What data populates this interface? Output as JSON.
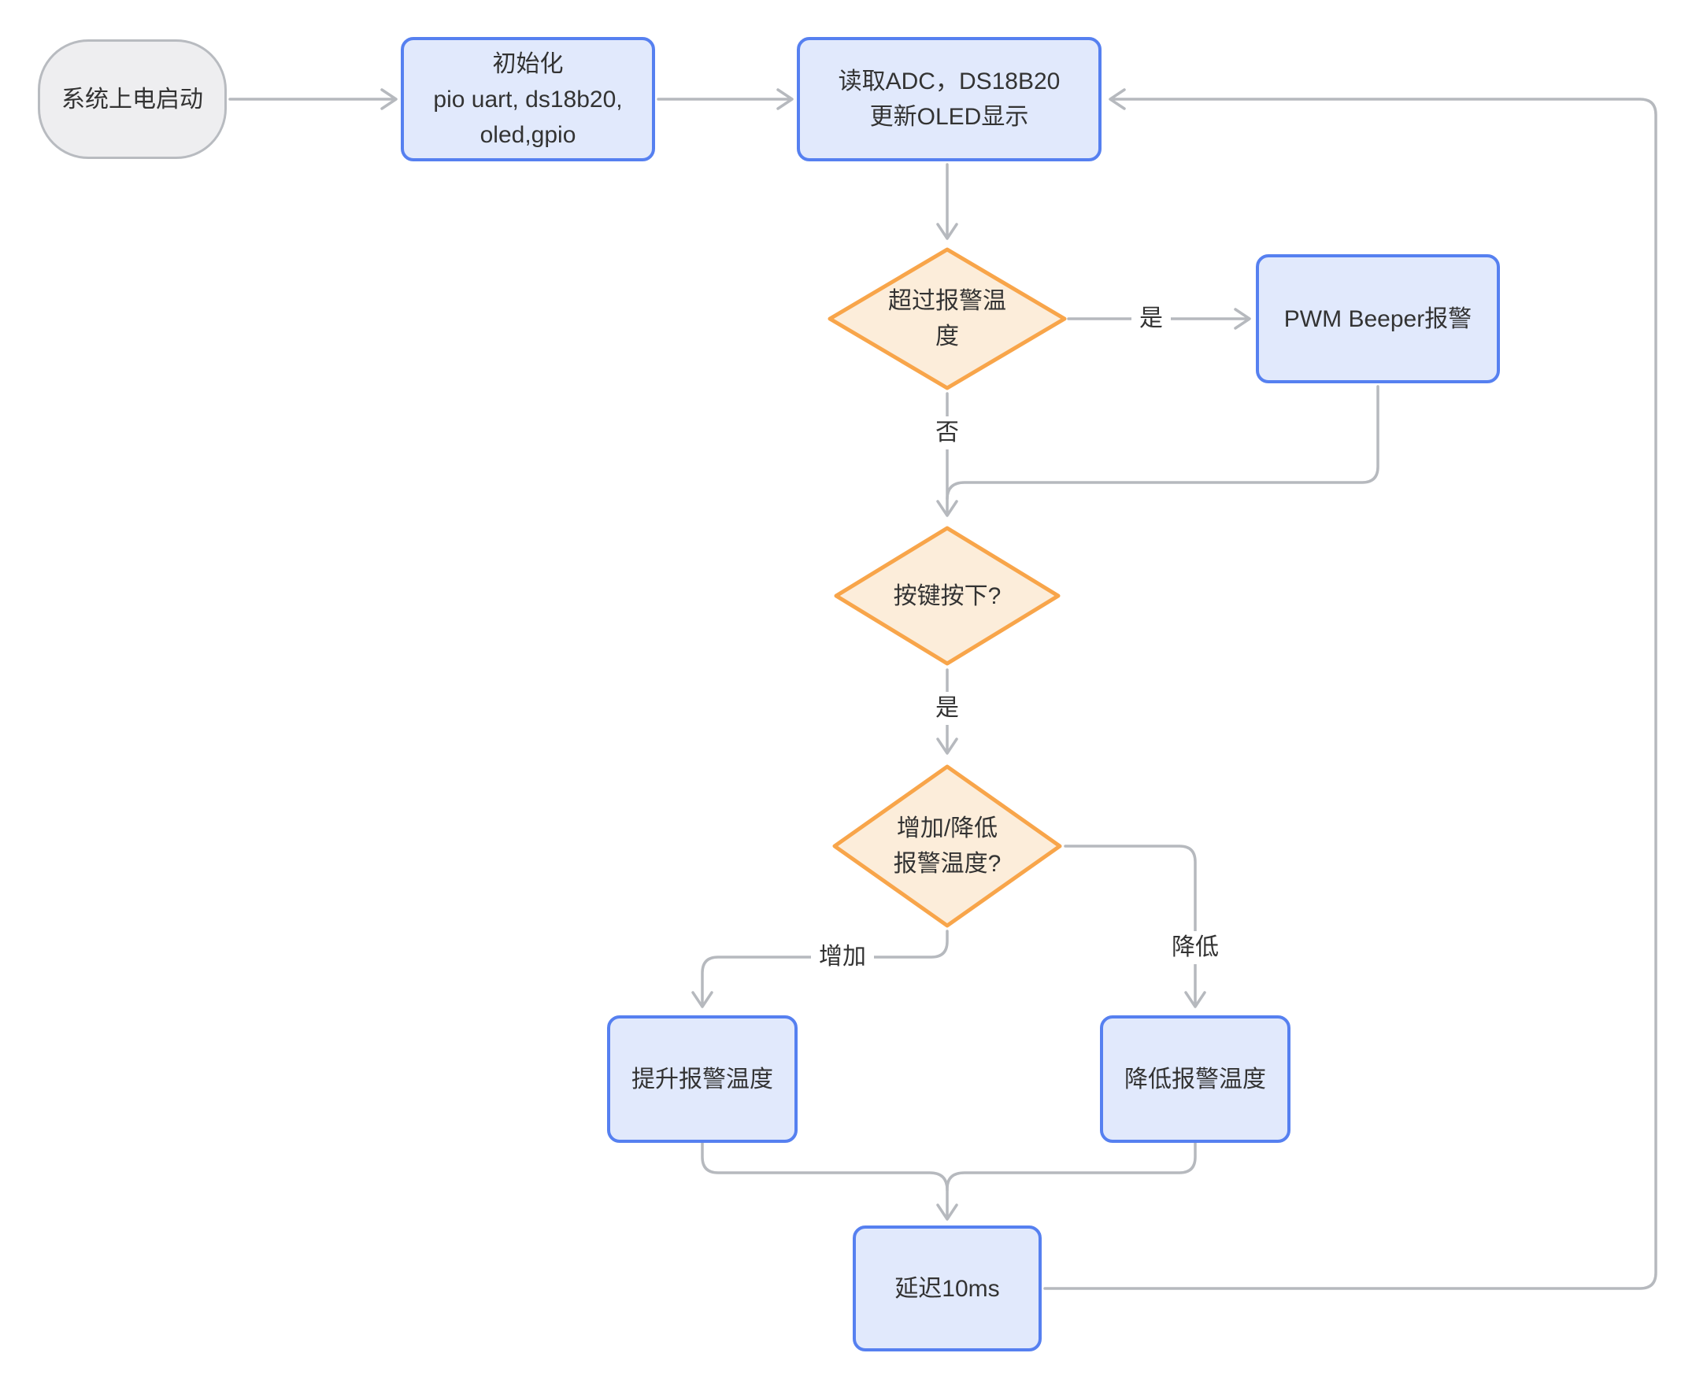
{
  "diagram": {
    "nodes": {
      "start": {
        "text": "系统上电启动"
      },
      "init": {
        "lines": [
          "初始化",
          "pio uart, ds18b20,",
          "oled,gpio"
        ]
      },
      "read_update": {
        "lines": [
          "读取ADC，DS18B20",
          "更新OLED显示"
        ]
      },
      "over_temp_decision": {
        "lines": [
          "超过报警温",
          "度"
        ]
      },
      "pwm_beeper": {
        "text": "PWM Beeper报警"
      },
      "key_pressed_decision": {
        "text": "按键按下?"
      },
      "inc_dec_decision": {
        "lines": [
          "增加/降低",
          "报警温度?"
        ]
      },
      "raise_temp": {
        "text": "提升报警温度"
      },
      "lower_temp": {
        "text": "降低报警温度"
      },
      "delay": {
        "text": "延迟10ms"
      }
    },
    "edge_labels": {
      "over_temp_yes": "是",
      "over_temp_no": "否",
      "key_pressed_yes": "是",
      "increase": "增加",
      "decrease": "降低"
    },
    "colors": {
      "process_fill": "#e1e9fc",
      "process_border": "#5680f0",
      "decision_fill": "#fcedda",
      "decision_border": "#f8a54a",
      "terminal_fill": "#eeeef0",
      "terminal_border": "#b8bbc0",
      "edge": "#b6b9be",
      "text": "#333333"
    }
  }
}
